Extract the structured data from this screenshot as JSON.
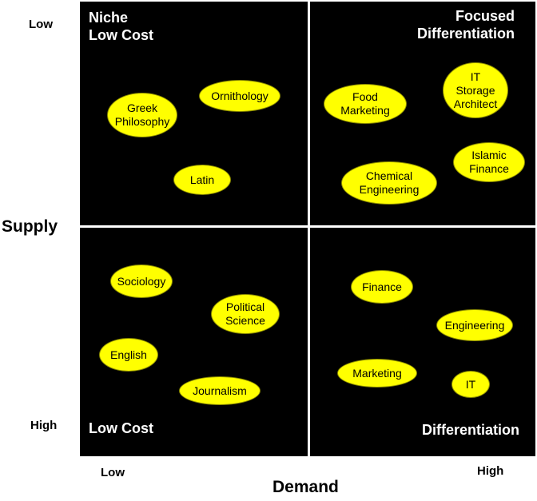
{
  "axes": {
    "supply_title": "Supply",
    "supply_low": "Low",
    "supply_high": "High",
    "demand_title": "Demand",
    "demand_low": "Low",
    "demand_high": "High"
  },
  "quadrants": {
    "top_left": "Niche\nLow Cost",
    "top_right": "Focused\nDifferentiation",
    "bottom_left": "Low Cost",
    "bottom_right": "Differentiation"
  },
  "bubbles": {
    "greek_philosophy": "Greek\nPhilosophy",
    "ornithology": "Ornithology",
    "latin": "Latin",
    "food_marketing": "Food\nMarketing",
    "it_storage_architect": "IT\nStorage\nArchitect",
    "islamic_finance": "Islamic\nFinance",
    "chemical_engineering": "Chemical\nEngineering",
    "sociology": "Sociology",
    "political_science": "Political\nScience",
    "english": "English",
    "journalism": "Journalism",
    "finance": "Finance",
    "engineering": "Engineering",
    "marketing": "Marketing",
    "it": "IT"
  },
  "colors": {
    "background": "#000000",
    "bubble": "#ffff00",
    "divider": "#ffffff"
  }
}
